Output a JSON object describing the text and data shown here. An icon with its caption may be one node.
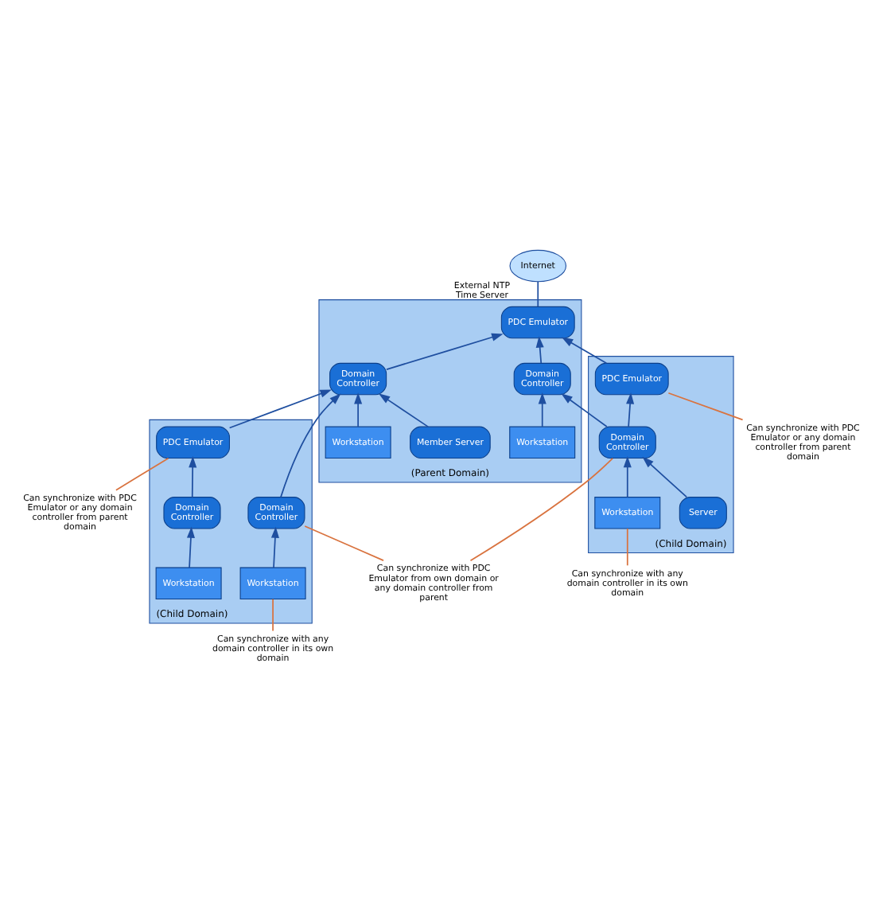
{
  "diagram": {
    "nodes": [
      {
        "text": [
          "(Parent Domain)"
        ]
      },
      {
        "text": [
          "PDC Emulator"
        ],
        "in": 0
      },
      {
        "text": [
          "Domain Controller"
        ],
        "in": 0
      },
      {
        "text": [
          "Domain Controller"
        ],
        "in": 0
      },
      {
        "text": [
          "Workstation"
        ],
        "in": 0
      },
      {
        "text": [
          "Member Server"
        ],
        "in": 0
      },
      {
        "text": [
          "Workstation"
        ],
        "in": 0
      },
      {
        "text": [
          "Internet"
        ],
        "beside": [
          "External NTP Time Server"
        ]
      },
      {
        "text": [
          "(Child Domain)"
        ]
      },
      {
        "text": [
          "PDC Emulator"
        ],
        "in": 8
      },
      {
        "text": [
          "Domain Controller"
        ],
        "in": 8
      },
      {
        "text": [
          "Server"
        ],
        "in": 8
      },
      {
        "text": [
          "Workstation"
        ],
        "in": 8
      },
      {
        "text": [
          "(Child Domain)"
        ]
      },
      {
        "text": [
          "PDC Emulator"
        ],
        "in": 13
      },
      {
        "text": [
          "Domain Controller"
        ],
        "in": 13
      },
      {
        "text": [
          "Domain Controller"
        ],
        "in": 13
      },
      {
        "text": [
          "Workstation"
        ],
        "in": 13
      },
      {
        "text": [
          "Workstation"
        ],
        "in": 13
      },
      {
        "text": [
          "Can synchronize with PDC Emulator or any domain controller from parent domain"
        ]
      },
      {
        "text": [
          "Can synchronize with PDC Emulator or any domain controller from parent domain"
        ]
      },
      {
        "text": [
          "Can synchronize with any domain controller in its own domain"
        ]
      },
      {
        "text": [
          "Can synchronize with PDC Emulator from own domain or any domain controller from parent"
        ]
      },
      {
        "text": [
          "Can synchronize with any domain controller in its own domain"
        ]
      }
    ],
    "edges": [
      {
        "from": 1,
        "to": 7,
        "arrow": "none"
      },
      {
        "from": 2,
        "to": 1,
        "arrow": "to"
      },
      {
        "from": 3,
        "to": 1,
        "arrow": "to"
      },
      {
        "from": 4,
        "to": 2,
        "arrow": "to"
      },
      {
        "from": 5,
        "to": 3,
        "arrow": "to"
      },
      {
        "from": 6,
        "to": 3,
        "arrow": "to"
      },
      {
        "from": 9,
        "to": 1,
        "arrow": "to"
      },
      {
        "from": 10,
        "to": 2,
        "arrow": "to"
      },
      {
        "from": 10,
        "to": 9,
        "arrow": "to"
      },
      {
        "from": 11,
        "to": 10,
        "arrow": "to"
      },
      {
        "from": 12,
        "to": 10,
        "arrow": "to"
      },
      {
        "from": 14,
        "to": 3,
        "arrow": "to"
      },
      {
        "from": 15,
        "to": 3,
        "arrow": "to"
      },
      {
        "from": 16,
        "to": 14,
        "arrow": "to"
      },
      {
        "from": 17,
        "to": 15,
        "arrow": "to"
      },
      {
        "from": 18,
        "to": 16,
        "arrow": "to"
      },
      {
        "from": 19,
        "to": 9,
        "arrow": "none",
        "color": "#d9733f"
      },
      {
        "from": 20,
        "to": 14,
        "arrow": "none",
        "color": "#d9733f"
      },
      {
        "from": 21,
        "to": 12,
        "arrow": "none",
        "color": "#d9733f"
      },
      {
        "from": 22,
        "to": 10,
        "arrow": "none",
        "color": "#d9733f"
      },
      {
        "from": 22,
        "to": 15,
        "arrow": "none",
        "color": "#d9733f"
      },
      {
        "from": 23,
        "to": 17,
        "arrow": "none",
        "color": "#d9733f"
      }
    ]
  }
}
